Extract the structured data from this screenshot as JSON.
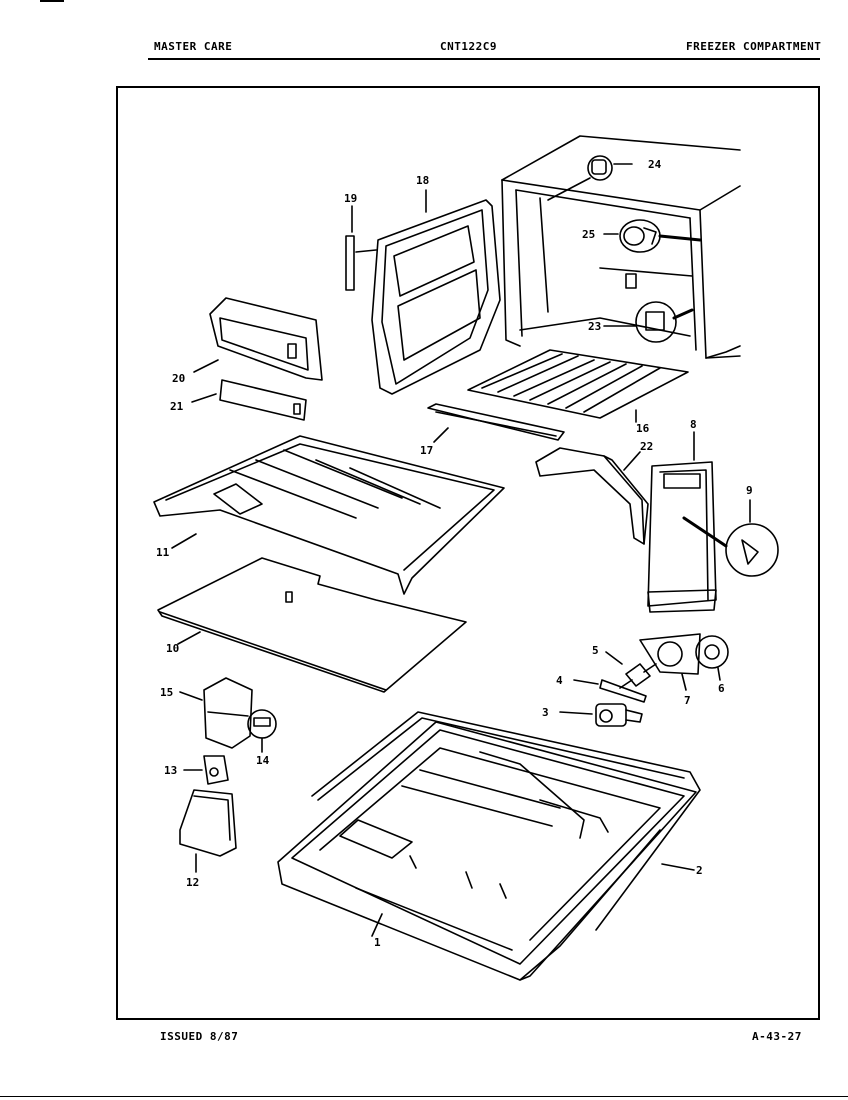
{
  "header": {
    "brand": "MASTER CARE",
    "model": "CNT122C9",
    "section": "FREEZER COMPARTMENT"
  },
  "footer": {
    "issued": "ISSUED 8/87",
    "page_code": "A-43-27"
  },
  "callouts": {
    "c1": "1",
    "c2": "2",
    "c3": "3",
    "c4": "4",
    "c5": "5",
    "c6": "6",
    "c7": "7",
    "c8": "8",
    "c9": "9",
    "c10": "10",
    "c11": "11",
    "c12": "12",
    "c13": "13",
    "c14": "14",
    "c15": "15",
    "c16": "16",
    "c17": "17",
    "c18": "18",
    "c19": "19",
    "c20": "20",
    "c21": "21",
    "c22": "22",
    "c23": "23",
    "c24": "24",
    "c25": "25"
  }
}
